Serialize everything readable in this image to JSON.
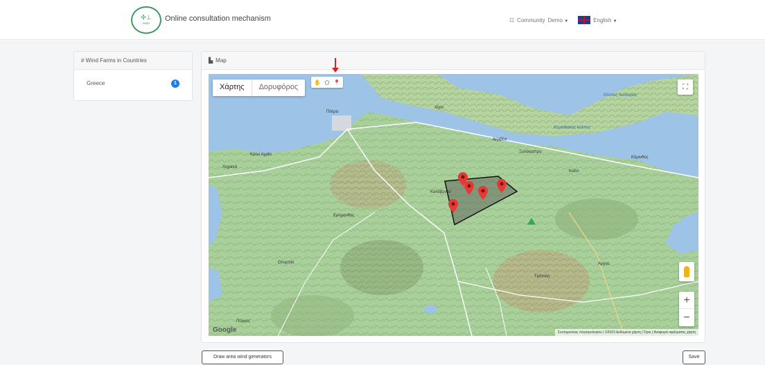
{
  "header": {
    "logo_icon": "wind-turbine-logo",
    "brand": "Online consultation mechanism",
    "community_label": "Community",
    "community_value": "Demo",
    "language": "English"
  },
  "sidebar": {
    "title": "# Wind Farms in Countries",
    "items": [
      {
        "label": "Greece",
        "count": "1"
      }
    ]
  },
  "map_panel": {
    "title": "Map",
    "map_type": {
      "map": "Χάρτης",
      "satellite": "Δορυφόρος"
    },
    "google_logo": "Google",
    "attribution": "Συντομεύσεις πληκτρολογίου | ©2023 Δεδομένα χάρτη | Όροι | Αναφορά σφάλματος χάρτη",
    "labels": [
      {
        "text": "Πάτρα"
      },
      {
        "text": "Αίγιο"
      },
      {
        "text": "Κορινθιακός κόλπος"
      },
      {
        "text": "Κόλπος Αντίκυρας"
      },
      {
        "text": "Καλάβρυτα"
      },
      {
        "text": "Ερύμανθος"
      },
      {
        "text": "Τρίπολη"
      },
      {
        "text": "Κόρινθος"
      },
      {
        "text": "Κάτω Αχαΐα"
      },
      {
        "text": "Ξυλόκαστρο"
      },
      {
        "text": "Κιάτο"
      },
      {
        "text": "Άργος"
      },
      {
        "text": "Ολυμπία"
      },
      {
        "text": "Πύργος"
      },
      {
        "text": "Λεχαινά"
      },
      {
        "text": "Δερβένι"
      }
    ],
    "markers_count": 5
  },
  "buttons": {
    "draw": "Draw area wind generators",
    "save": "Save"
  }
}
